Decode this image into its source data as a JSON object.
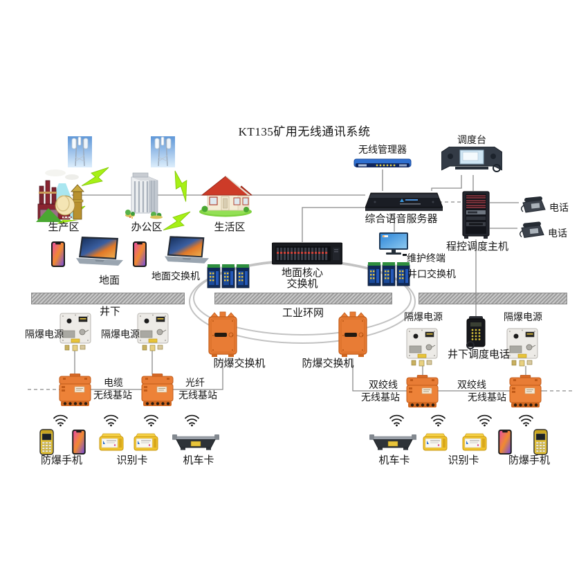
{
  "title": "KT135矿用无线通讯系统",
  "surface": {
    "areas": [
      {
        "label": "生产区"
      },
      {
        "label": "办公区"
      },
      {
        "label": "生活区"
      }
    ],
    "ground": "地面",
    "surface_switch": "地面交换机",
    "core_switch_line1": "地面核心",
    "core_switch_line2": "交换机",
    "wireless_manager": "无线管理器",
    "dispatch_console": "调度台",
    "voice_server": "综合语音服务器",
    "dispatch_host": "程控调度主机",
    "telephone": "电话",
    "maintenance_terminal": "维护终端",
    "wellhead_switch": "井口交换机"
  },
  "underground": {
    "zone": "井下",
    "industrial_ring": "工业环网",
    "flameproof_power": "隔爆电源",
    "explosionproof_switch": "防爆交换机",
    "cable": "电缆",
    "fiber": "光纤",
    "twisted_pair": "双绞线",
    "base_station": "无线基站",
    "dispatch_phone": "井下调度电话",
    "explosionproof_handset": "防爆手机",
    "id_card": "识别卡",
    "locomotive_card": "机车卡"
  },
  "colors": {
    "device_orange": "#e87c35",
    "lightning_green": "#a6f016",
    "manager_blue": "#2e6fd0",
    "card_yellow": "#f0c32c",
    "line_gray": "#8a8a8a",
    "rack_dark": "#23262e"
  }
}
